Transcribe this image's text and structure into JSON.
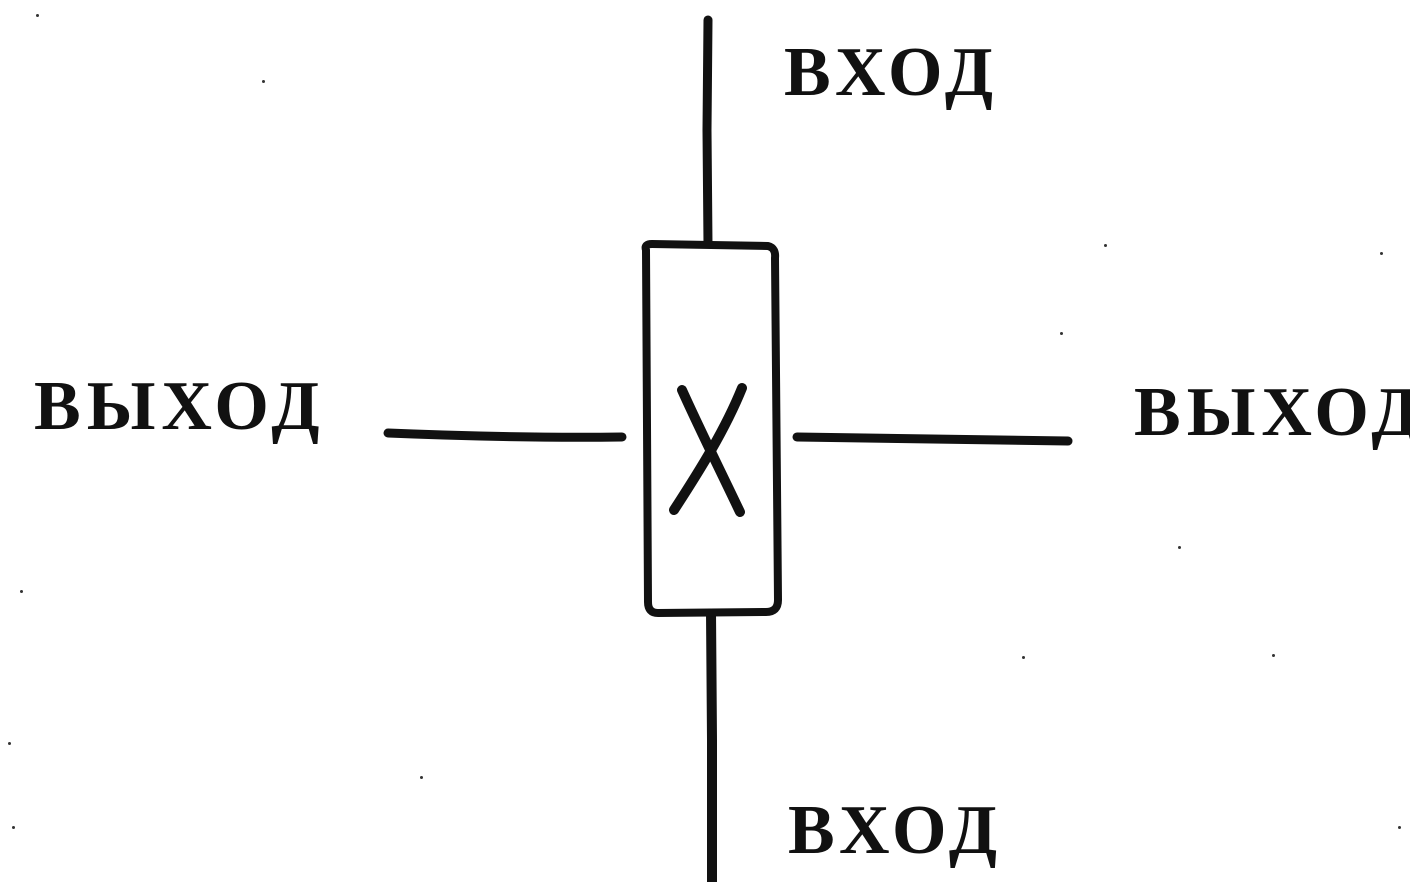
{
  "diagram": {
    "element_symbol": "X",
    "labels": {
      "top_input": "ВХОД",
      "bottom_input": "ВХОД",
      "left_output": "ВЫХОД",
      "right_output": "ВЫХОД"
    },
    "line_color": "#111111",
    "background_color": "#ffffff"
  }
}
